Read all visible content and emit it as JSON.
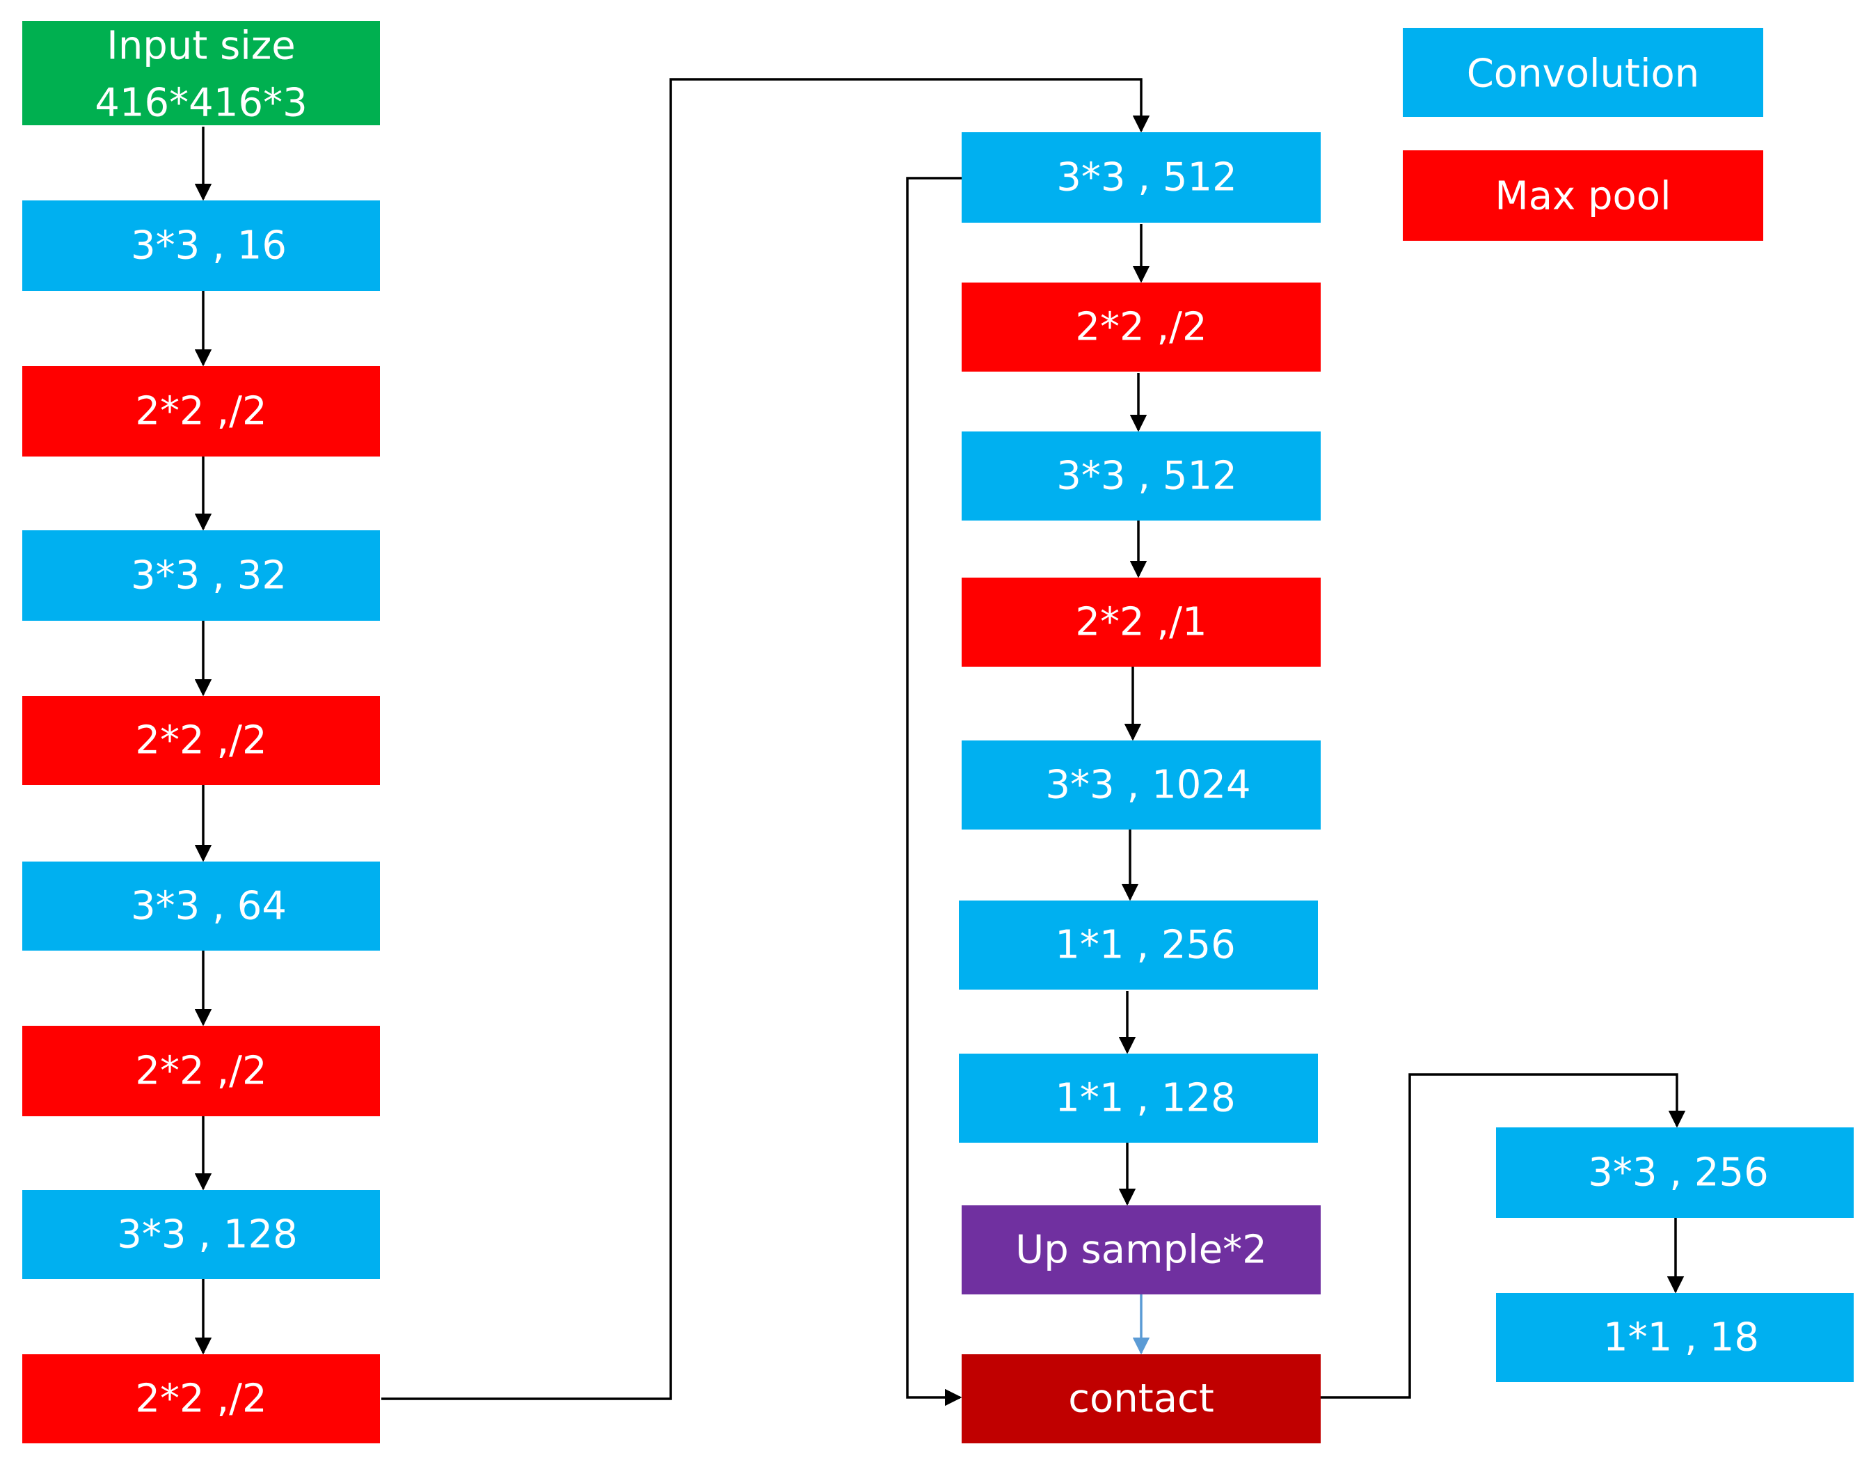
{
  "colors": {
    "convolution": "#00b0f0",
    "maxpool": "#ff0000",
    "input": "#00b050",
    "upsample": "#7030a0",
    "concat": "#c00000",
    "arrow": "#000000",
    "arrow_blue": "#5b9bd5"
  },
  "legend": {
    "convolution": "Convolution",
    "maxpool": "Max pool"
  },
  "nodes": {
    "input_line1": "Input size",
    "input_line2": "416*416*3",
    "l1": "3*3 , 16",
    "l2": "2*2 ,/2",
    "l3": "3*3 , 32",
    "l4": "2*2 ,/2",
    "l5": "3*3 , 64",
    "l6": "2*2 ,/2",
    "l7": "3*3 , 128",
    "l8": "2*2 ,/2",
    "m1": "3*3 , 512",
    "m2": "2*2 ,/2",
    "m3": "3*3 , 512",
    "m4": "2*2 ,/1",
    "m5": "3*3 , 1024",
    "m6": "1*1 , 256",
    "m7": "1*1 , 128",
    "m8": "Up sample*2",
    "m9": "contact",
    "r1": "3*3 , 256",
    "r2": "1*1 , 18"
  }
}
